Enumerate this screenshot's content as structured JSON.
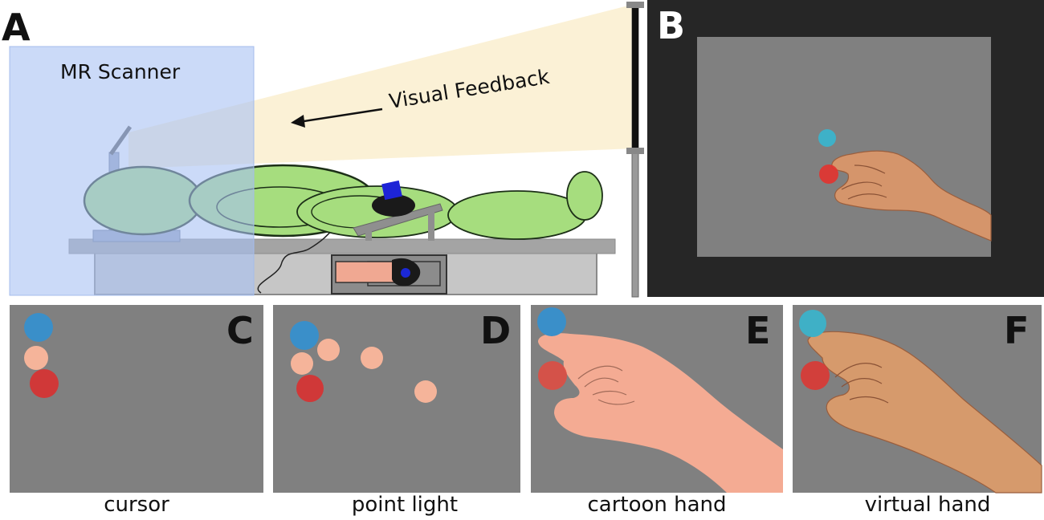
{
  "panels": {
    "A": {
      "letter": "A",
      "scanner_label": "MR Scanner",
      "feedback_label": "Visual Feedback"
    },
    "B": {
      "letter": "B"
    },
    "C": {
      "letter": "C",
      "caption": "cursor"
    },
    "D": {
      "letter": "D",
      "caption": "point light"
    },
    "E": {
      "letter": "E",
      "caption": "cartoon hand"
    },
    "F": {
      "letter": "F",
      "caption": "virtual hand"
    }
  },
  "colors": {
    "scanner_blue": "#bccdf2",
    "body_green": "#a6dd7e",
    "screen_gray": "#808080",
    "monitor_frame": "#262626",
    "target_blue": "#3a8fc9",
    "cursor_red": "#d83030",
    "point_light_peach": "#f5b49a",
    "skin": "#f0a892",
    "projection_beam": "#fbf3dc"
  }
}
